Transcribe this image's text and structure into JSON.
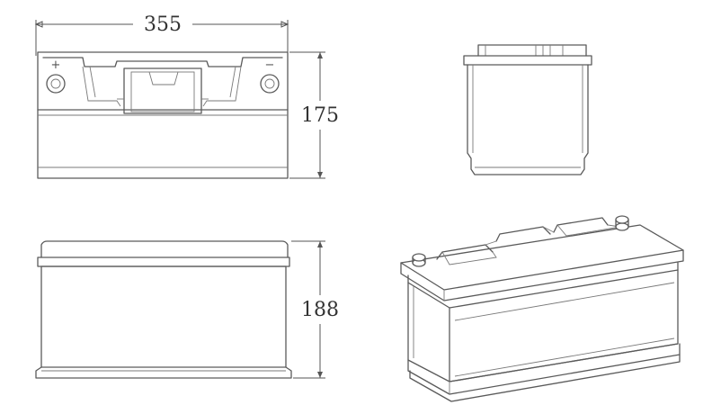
{
  "dimensions": {
    "length": "355",
    "width": "175",
    "height": "188"
  },
  "terminals": {
    "positive_symbol": "+",
    "negative_symbol": "−"
  }
}
